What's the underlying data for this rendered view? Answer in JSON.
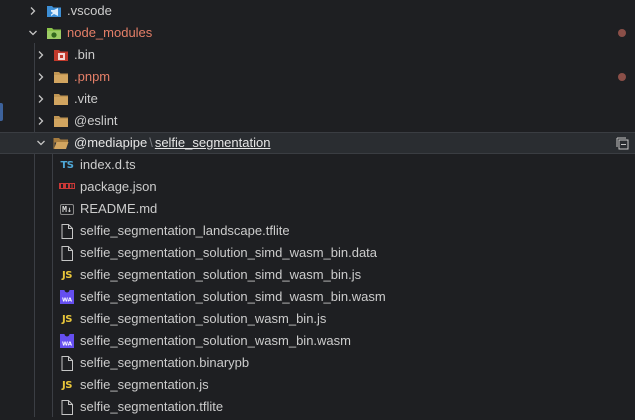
{
  "explorer": {
    "items": [
      {
        "label": ".vscode",
        "icon": "vscode-folder-icon",
        "expanded": false,
        "modified": false
      },
      {
        "label": "node_modules",
        "icon": "node-modules-folder-icon",
        "expanded": true,
        "modified": true
      },
      {
        "label": ".bin",
        "icon": "bin-folder-icon",
        "expanded": false,
        "modified": false
      },
      {
        "label": ".pnpm",
        "icon": "folder-icon",
        "expanded": false,
        "modified": true
      },
      {
        "label": ".vite",
        "icon": "folder-icon",
        "expanded": false,
        "modified": false
      },
      {
        "label": "@eslint",
        "icon": "folder-icon",
        "expanded": false,
        "modified": false
      },
      {
        "label_parent": "@mediapipe",
        "label_sep": "\\",
        "label_current": "selfie_segmentation",
        "icon": "folder-open-icon",
        "expanded": true,
        "selected": true
      }
    ],
    "files": [
      {
        "label": "index.d.ts",
        "icon": "typescript-icon",
        "badge": "TS"
      },
      {
        "label": "package.json",
        "icon": "npm-icon"
      },
      {
        "label": "README.md",
        "icon": "markdown-icon",
        "badge": "M↓"
      },
      {
        "label": "selfie_segmentation_landscape.tflite",
        "icon": "file-icon"
      },
      {
        "label": "selfie_segmentation_solution_simd_wasm_bin.data",
        "icon": "file-icon"
      },
      {
        "label": "selfie_segmentation_solution_simd_wasm_bin.js",
        "icon": "javascript-icon",
        "badge": "JS"
      },
      {
        "label": "selfie_segmentation_solution_simd_wasm_bin.wasm",
        "icon": "wasm-icon",
        "badge": "WA"
      },
      {
        "label": "selfie_segmentation_solution_wasm_bin.js",
        "icon": "javascript-icon",
        "badge": "JS"
      },
      {
        "label": "selfie_segmentation_solution_wasm_bin.wasm",
        "icon": "wasm-icon",
        "badge": "WA"
      },
      {
        "label": "selfie_segmentation.binarypb",
        "icon": "file-icon"
      },
      {
        "label": "selfie_segmentation.js",
        "icon": "javascript-icon",
        "badge": "JS"
      },
      {
        "label": "selfie_segmentation.tflite",
        "icon": "file-icon"
      }
    ]
  },
  "colors": {
    "background": "#1e1f22",
    "text": "#cccccc",
    "modified_text": "#e57f68",
    "modified_dot": "#8b4f48",
    "folder": "#c09553",
    "typescript": "#4fa7d6",
    "javascript": "#e8c63a",
    "wasm": "#654ff0",
    "npm": "#cb3837"
  }
}
